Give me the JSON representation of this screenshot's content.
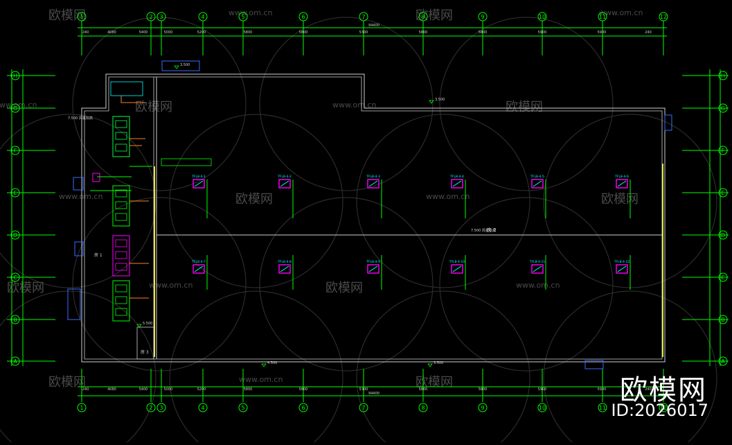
{
  "drawing": {
    "axes_columns": [
      "1",
      "2",
      "3",
      "4",
      "5",
      "6",
      "7",
      "8",
      "9",
      "10",
      "11",
      "12"
    ],
    "axes_rows": [
      "A",
      "B",
      "C",
      "D",
      "E",
      "F",
      "G",
      "H"
    ],
    "total_dimension": "94400",
    "top_dimensions": [
      "240",
      "4080",
      "5400",
      "5000",
      "5200",
      "5800",
      "5800",
      "5300",
      "5800",
      "5800",
      "5900",
      "5900",
      "240"
    ],
    "units": [
      {
        "label": "TFL8-4-1"
      },
      {
        "label": "TFL8-4-2"
      },
      {
        "label": "TFL8-4-3"
      },
      {
        "label": "TFL8-4-4"
      },
      {
        "label": "TFL8-4-5"
      },
      {
        "label": "TFL8-4-6"
      },
      {
        "label": "TFL8-4-7"
      },
      {
        "label": "TFL8-4-8"
      },
      {
        "label": "TFL8-4-9"
      },
      {
        "label": "TFL8-4-10"
      },
      {
        "label": "TFL8-4-11"
      },
      {
        "label": "TFL8-4-12"
      }
    ],
    "room_labels": {
      "room1": "房 1",
      "room2": "房 2",
      "room3": "房 3"
    },
    "elevation_note": "7.500 风机标高",
    "level_tags": [
      "3.500",
      "3.500",
      "4.500",
      "3.500",
      "5.500"
    ]
  },
  "watermark": {
    "tile_brand": "欧模网",
    "tile_url": "www.om.cn",
    "brand": "欧模网",
    "id": "ID:2026017"
  }
}
